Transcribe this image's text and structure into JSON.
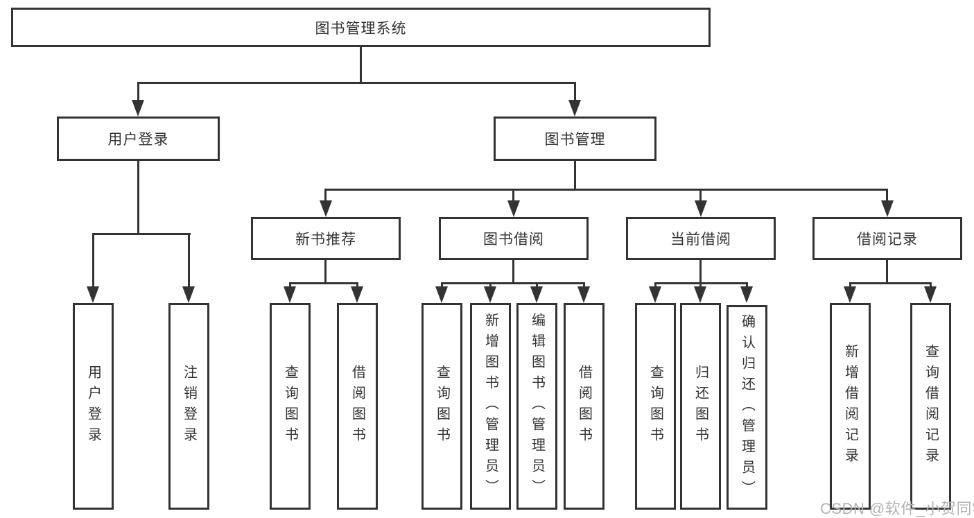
{
  "watermark": "CSDN @软件_小贺同学",
  "tree": {
    "root": {
      "label": "图书管理系统",
      "children": [
        {
          "label": "用户登录",
          "children": [
            {
              "label": "用户登录"
            },
            {
              "label": "注销登录"
            }
          ]
        },
        {
          "label": "图书管理",
          "children": [
            {
              "label": "新书推荐",
              "children": [
                {
                  "label": "查询图书"
                },
                {
                  "label": "借阅图书"
                }
              ]
            },
            {
              "label": "图书借阅",
              "children": [
                {
                  "label": "查询图书"
                },
                {
                  "label": "新增图书（管理员）"
                },
                {
                  "label": "编辑图书（管理员）"
                },
                {
                  "label": "借阅图书"
                }
              ]
            },
            {
              "label": "当前借阅",
              "children": [
                {
                  "label": "查询图书"
                },
                {
                  "label": "归还图书"
                },
                {
                  "label": "确认归还（管理员）"
                }
              ]
            },
            {
              "label": "借阅记录",
              "children": [
                {
                  "label": "新增借阅记录"
                },
                {
                  "label": "查询借阅记录"
                }
              ]
            }
          ]
        }
      ]
    }
  }
}
